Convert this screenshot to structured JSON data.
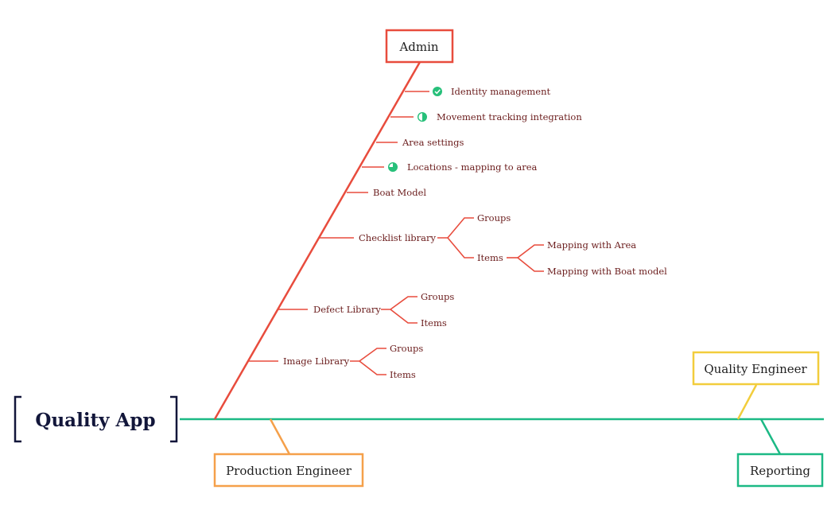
{
  "root": {
    "label": "Quality App"
  },
  "colors": {
    "admin": "#e84c3d",
    "spine": "#1cb985",
    "production": "#f5a04a",
    "quality": "#f2cd3c",
    "reporting": "#1cb985",
    "text": "#6b1d1d",
    "status": "#27c07a"
  },
  "categories": {
    "admin": "Admin",
    "production": "Production Engineer",
    "quality": "Quality Engineer",
    "reporting": "Reporting"
  },
  "admin_items": {
    "identity": {
      "label": "Identity management",
      "status": "complete"
    },
    "movement": {
      "label": "Movement tracking integration",
      "status": "half"
    },
    "area": {
      "label": "Area settings"
    },
    "locations": {
      "label": "Locations - mapping to area",
      "status": "three-quarter"
    },
    "boat": {
      "label": "Boat Model"
    },
    "checklist": {
      "label": "Checklist library",
      "groups": "Groups",
      "items": "Items",
      "mapping_area": "Mapping with Area",
      "mapping_boat": "Mapping with Boat model"
    },
    "defect": {
      "label": "Defect Library",
      "groups": "Groups",
      "items": "Items"
    },
    "image": {
      "label": "Image Library",
      "groups": "Groups",
      "items": "Items"
    }
  }
}
